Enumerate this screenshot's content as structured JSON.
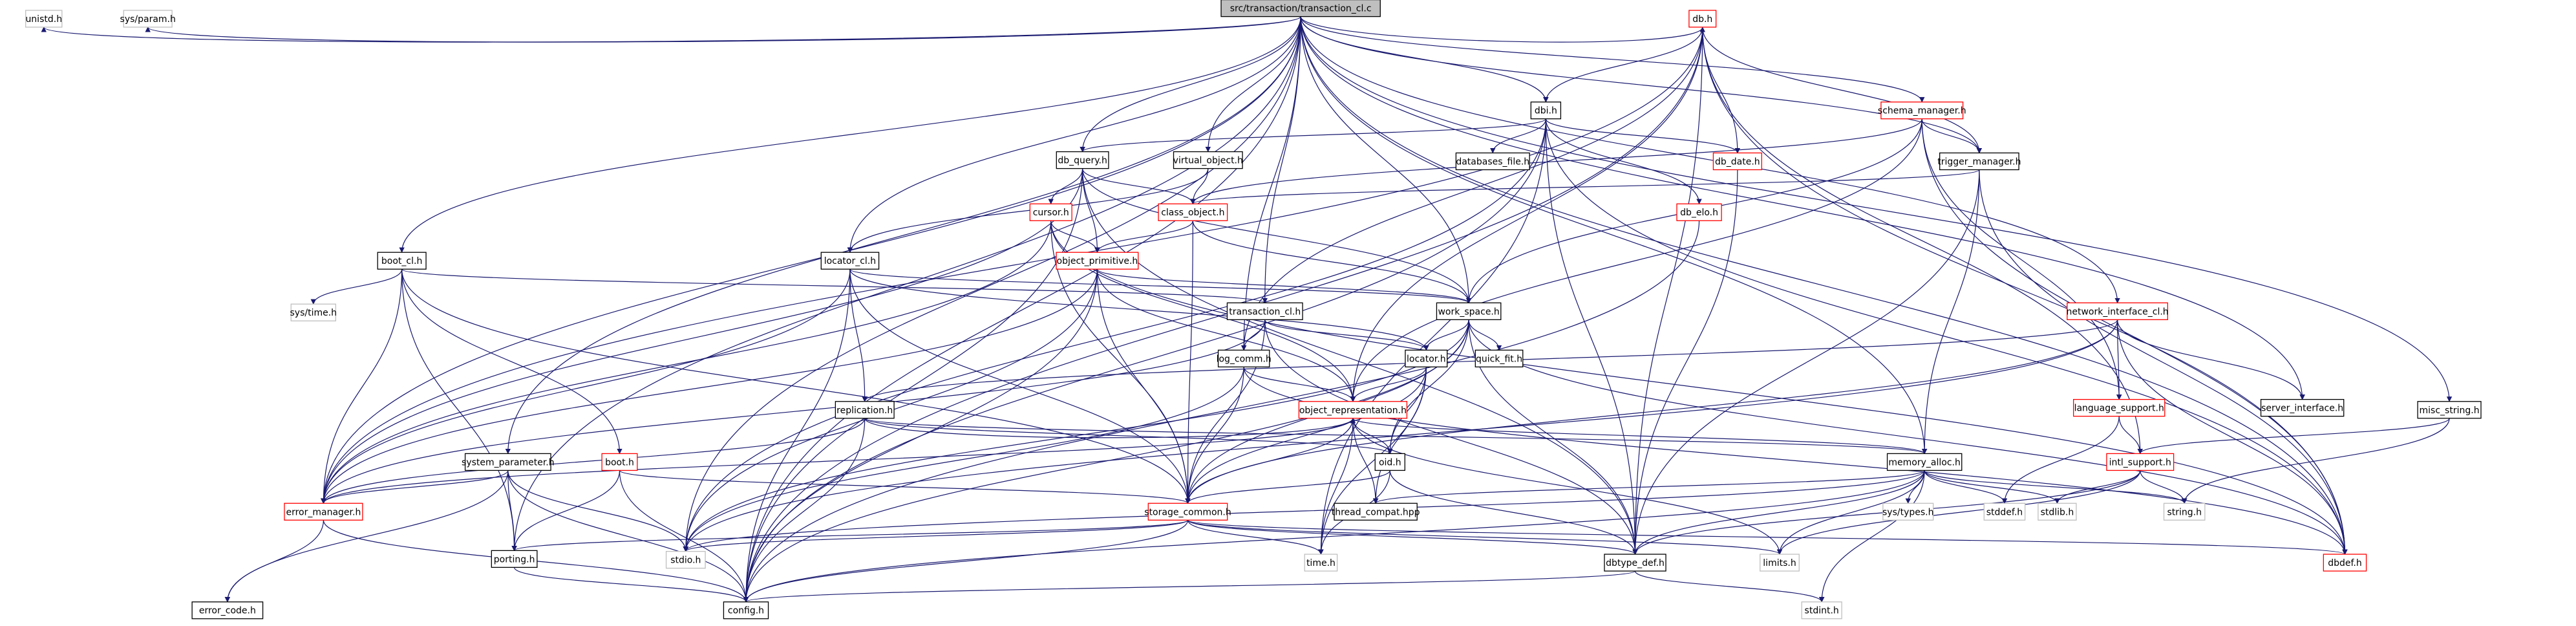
{
  "colors": {
    "edge": "#191970",
    "root_fill": "#bfbfbf",
    "node_stroke": "#000000",
    "linked_stroke": "#ff0000",
    "background": "#ffffff"
  },
  "graph": {
    "root": "src/transaction/transaction_cl.c",
    "nodes": [
      {
        "id": "root",
        "label": "src/transaction/transaction_cl.c",
        "style": "root"
      },
      {
        "id": "unistd",
        "label": "unistd.h",
        "style": "plain"
      },
      {
        "id": "sysparam",
        "label": "sys/param.h",
        "style": "plain"
      },
      {
        "id": "bootcl",
        "label": "boot_cl.h",
        "style": "black"
      },
      {
        "id": "dbquery",
        "label": "db_query.h",
        "style": "black"
      },
      {
        "id": "virtobj",
        "label": "virtual_object.h",
        "style": "black"
      },
      {
        "id": "dbh",
        "label": "db.h",
        "style": "red"
      },
      {
        "id": "dbih",
        "label": "dbi.h",
        "style": "black"
      },
      {
        "id": "schema",
        "label": "schema_manager.h",
        "style": "red"
      },
      {
        "id": "trigger",
        "label": "trigger_manager.h",
        "style": "black"
      },
      {
        "id": "dbfile",
        "label": "databases_file.h",
        "style": "black"
      },
      {
        "id": "dbdate",
        "label": "db_date.h",
        "style": "red"
      },
      {
        "id": "dbelo",
        "label": "db_elo.h",
        "style": "red"
      },
      {
        "id": "cursor",
        "label": "cursor.h",
        "style": "red"
      },
      {
        "id": "classobj",
        "label": "class_object.h",
        "style": "red"
      },
      {
        "id": "locatorcl",
        "label": "locator_cl.h",
        "style": "black"
      },
      {
        "id": "objprim",
        "label": "object_primitive.h",
        "style": "red"
      },
      {
        "id": "workspace",
        "label": "work_space.h",
        "style": "black"
      },
      {
        "id": "transcl",
        "label": "transaction_cl.h",
        "style": "black"
      },
      {
        "id": "quickfit",
        "label": "quick_fit.h",
        "style": "black"
      },
      {
        "id": "logcomm",
        "label": "log_comm.h",
        "style": "black"
      },
      {
        "id": "locator",
        "label": "locator.h",
        "style": "black"
      },
      {
        "id": "netif",
        "label": "network_interface_cl.h",
        "style": "red"
      },
      {
        "id": "systime",
        "label": "sys/time.h",
        "style": "plain"
      },
      {
        "id": "replication",
        "label": "replication.h",
        "style": "black"
      },
      {
        "id": "objrep",
        "label": "object_representation.h",
        "style": "red"
      },
      {
        "id": "langsup",
        "label": "language_support.h",
        "style": "red"
      },
      {
        "id": "serverif",
        "label": "server_interface.h",
        "style": "black"
      },
      {
        "id": "miscstr",
        "label": "misc_string.h",
        "style": "black"
      },
      {
        "id": "sysparamh",
        "label": "system_parameter.h",
        "style": "black"
      },
      {
        "id": "booth",
        "label": "boot.h",
        "style": "red"
      },
      {
        "id": "oid",
        "label": "oid.h",
        "style": "black"
      },
      {
        "id": "memalloc",
        "label": "memory_alloc.h",
        "style": "black"
      },
      {
        "id": "intlsup",
        "label": "intl_support.h",
        "style": "red"
      },
      {
        "id": "errmgr",
        "label": "error_manager.h",
        "style": "red"
      },
      {
        "id": "storage",
        "label": "storage_common.h",
        "style": "red"
      },
      {
        "id": "threadcompat",
        "label": "thread_compat.hpp",
        "style": "black"
      },
      {
        "id": "systypes",
        "label": "sys/types.h",
        "style": "plain"
      },
      {
        "id": "stddef",
        "label": "stddef.h",
        "style": "plain"
      },
      {
        "id": "stdlib",
        "label": "stdlib.h",
        "style": "plain"
      },
      {
        "id": "stringh",
        "label": "string.h",
        "style": "plain"
      },
      {
        "id": "porting",
        "label": "porting.h",
        "style": "black"
      },
      {
        "id": "stdio",
        "label": "stdio.h",
        "style": "plain"
      },
      {
        "id": "timeh",
        "label": "time.h",
        "style": "plain"
      },
      {
        "id": "dbtype",
        "label": "dbtype_def.h",
        "style": "black"
      },
      {
        "id": "limits",
        "label": "limits.h",
        "style": "plain"
      },
      {
        "id": "dbdef",
        "label": "dbdef.h",
        "style": "red"
      },
      {
        "id": "errcode",
        "label": "error_code.h",
        "style": "black"
      },
      {
        "id": "config",
        "label": "config.h",
        "style": "black"
      },
      {
        "id": "stdint",
        "label": "stdint.h",
        "style": "plain"
      }
    ],
    "edges": [
      [
        "root",
        "unistd"
      ],
      [
        "root",
        "sysparam"
      ],
      [
        "root",
        "bootcl"
      ],
      [
        "root",
        "dbquery"
      ],
      [
        "root",
        "virtobj"
      ],
      [
        "root",
        "dbh"
      ],
      [
        "root",
        "dbih"
      ],
      [
        "root",
        "schema"
      ],
      [
        "root",
        "trigger"
      ],
      [
        "root",
        "locatorcl"
      ],
      [
        "root",
        "workspace"
      ],
      [
        "root",
        "transcl"
      ],
      [
        "root",
        "logcomm"
      ],
      [
        "root",
        "netif"
      ],
      [
        "root",
        "serverif"
      ],
      [
        "root",
        "miscstr"
      ],
      [
        "root",
        "memalloc"
      ],
      [
        "root",
        "sysparamh"
      ],
      [
        "root",
        "errmgr"
      ],
      [
        "root",
        "porting"
      ],
      [
        "root",
        "stdio"
      ],
      [
        "root",
        "dbdef"
      ],
      [
        "root",
        "config"
      ],
      [
        "dbh",
        "dbih"
      ],
      [
        "dbh",
        "dbdate"
      ],
      [
        "dbh",
        "trigger"
      ],
      [
        "dbh",
        "errmgr"
      ],
      [
        "dbh",
        "logcomm"
      ],
      [
        "dbh",
        "objrep"
      ],
      [
        "dbh",
        "dbtype"
      ],
      [
        "dbh",
        "intlsup"
      ],
      [
        "dbh",
        "dbdef"
      ],
      [
        "dbh",
        "config"
      ],
      [
        "dbih",
        "dbquery"
      ],
      [
        "dbih",
        "dbfile"
      ],
      [
        "dbih",
        "dbdate"
      ],
      [
        "dbih",
        "dbelo"
      ],
      [
        "dbih",
        "stdio"
      ],
      [
        "dbih",
        "timeh"
      ],
      [
        "dbih",
        "dbtype"
      ],
      [
        "dbih",
        "dbdef"
      ],
      [
        "dbih",
        "config"
      ],
      [
        "schema",
        "classobj"
      ],
      [
        "schema",
        "trigger"
      ],
      [
        "schema",
        "langsup"
      ],
      [
        "schema",
        "objrep"
      ],
      [
        "schema",
        "workspace"
      ],
      [
        "schema",
        "dbdef"
      ],
      [
        "trigger",
        "classobj"
      ],
      [
        "trigger",
        "memalloc"
      ],
      [
        "trigger",
        "dbtype"
      ],
      [
        "trigger",
        "dbdef"
      ],
      [
        "dbquery",
        "cursor"
      ],
      [
        "dbquery",
        "objprim"
      ],
      [
        "dbquery",
        "classobj"
      ],
      [
        "dbquery",
        "errmgr"
      ],
      [
        "dbquery",
        "workspace"
      ],
      [
        "dbquery",
        "dbtype"
      ],
      [
        "dbquery",
        "config"
      ],
      [
        "virtobj",
        "classobj"
      ],
      [
        "virtobj",
        "locatorcl"
      ],
      [
        "dbdate",
        "dbtype"
      ],
      [
        "dbelo",
        "config"
      ],
      [
        "cursor",
        "objprim"
      ],
      [
        "cursor",
        "errmgr"
      ],
      [
        "cursor",
        "storage"
      ],
      [
        "cursor",
        "objrep"
      ],
      [
        "cursor",
        "dbdef"
      ],
      [
        "classobj",
        "objprim"
      ],
      [
        "classobj",
        "workspace"
      ],
      [
        "classobj",
        "storage"
      ],
      [
        "locatorcl",
        "workspace"
      ],
      [
        "locatorcl",
        "locator"
      ],
      [
        "locatorcl",
        "replication"
      ],
      [
        "locatorcl",
        "errmgr"
      ],
      [
        "locatorcl",
        "storage"
      ],
      [
        "locatorcl",
        "config"
      ],
      [
        "objprim",
        "workspace"
      ],
      [
        "objprim",
        "objrep"
      ],
      [
        "objprim",
        "errmgr"
      ],
      [
        "objprim",
        "storage"
      ],
      [
        "objprim",
        "stdio"
      ],
      [
        "objprim",
        "config"
      ],
      [
        "bootcl",
        "transcl"
      ],
      [
        "bootcl",
        "systime"
      ],
      [
        "bootcl",
        "booth"
      ],
      [
        "bootcl",
        "errmgr"
      ],
      [
        "bootcl",
        "storage"
      ],
      [
        "bootcl",
        "porting"
      ],
      [
        "workspace",
        "locator"
      ],
      [
        "workspace",
        "quickfit"
      ],
      [
        "workspace",
        "oid"
      ],
      [
        "workspace",
        "storage"
      ],
      [
        "workspace",
        "dbtype"
      ],
      [
        "workspace",
        "dbdef"
      ],
      [
        "workspace",
        "stdio"
      ],
      [
        "workspace",
        "config"
      ],
      [
        "transcl",
        "logcomm"
      ],
      [
        "transcl",
        "locator"
      ],
      [
        "transcl",
        "storage"
      ],
      [
        "transcl",
        "errmgr"
      ],
      [
        "transcl",
        "dbtype"
      ],
      [
        "logcomm",
        "objrep"
      ],
      [
        "logcomm",
        "storage"
      ],
      [
        "logcomm",
        "stdio"
      ],
      [
        "logcomm",
        "dbdef"
      ],
      [
        "locator",
        "objrep"
      ],
      [
        "locator",
        "oid"
      ],
      [
        "locator",
        "storage"
      ],
      [
        "locator",
        "threadcompat"
      ],
      [
        "locator",
        "timeh"
      ],
      [
        "netif",
        "replication"
      ],
      [
        "netif",
        "langsup"
      ],
      [
        "netif",
        "serverif"
      ],
      [
        "netif",
        "storage"
      ],
      [
        "netif",
        "dbdef"
      ],
      [
        "netif",
        "stdio"
      ],
      [
        "replication",
        "objrep"
      ],
      [
        "replication",
        "oid"
      ],
      [
        "replication",
        "memalloc"
      ],
      [
        "replication",
        "errmgr"
      ],
      [
        "replication",
        "config"
      ],
      [
        "objrep",
        "oid"
      ],
      [
        "objrep",
        "storage"
      ],
      [
        "objrep",
        "memalloc"
      ],
      [
        "objrep",
        "limits"
      ],
      [
        "objrep",
        "timeh"
      ],
      [
        "objrep",
        "threadcompat"
      ],
      [
        "objrep",
        "errmgr"
      ],
      [
        "langsup",
        "intlsup"
      ],
      [
        "langsup",
        "stddef"
      ],
      [
        "miscstr",
        "intlsup"
      ],
      [
        "miscstr",
        "stringh"
      ],
      [
        "sysparamh",
        "errmgr"
      ],
      [
        "sysparamh",
        "porting"
      ],
      [
        "sysparamh",
        "errcode"
      ],
      [
        "sysparamh",
        "config"
      ],
      [
        "sysparamh",
        "stdio"
      ],
      [
        "booth",
        "storage"
      ],
      [
        "booth",
        "porting"
      ],
      [
        "booth",
        "config"
      ],
      [
        "oid",
        "storage"
      ],
      [
        "oid",
        "dbtype"
      ],
      [
        "oid",
        "timeh"
      ],
      [
        "memalloc",
        "threadcompat"
      ],
      [
        "memalloc",
        "systypes"
      ],
      [
        "memalloc",
        "stddef"
      ],
      [
        "memalloc",
        "stdlib"
      ],
      [
        "memalloc",
        "stringh"
      ],
      [
        "memalloc",
        "dbtype"
      ],
      [
        "memalloc",
        "limits"
      ],
      [
        "memalloc",
        "stdint"
      ],
      [
        "memalloc",
        "stdio"
      ],
      [
        "memalloc",
        "config"
      ],
      [
        "intlsup",
        "stdlib"
      ],
      [
        "intlsup",
        "stringh"
      ],
      [
        "intlsup",
        "dbtype"
      ],
      [
        "intlsup",
        "limits"
      ],
      [
        "errmgr",
        "errcode"
      ],
      [
        "errmgr",
        "config"
      ],
      [
        "storage",
        "porting"
      ],
      [
        "storage",
        "stdio"
      ],
      [
        "storage",
        "timeh"
      ],
      [
        "storage",
        "dbtype"
      ],
      [
        "storage",
        "limits"
      ],
      [
        "storage",
        "dbdef"
      ],
      [
        "storage",
        "config"
      ],
      [
        "porting",
        "config"
      ],
      [
        "dbtype",
        "stdint"
      ],
      [
        "dbtype",
        "config"
      ]
    ]
  }
}
